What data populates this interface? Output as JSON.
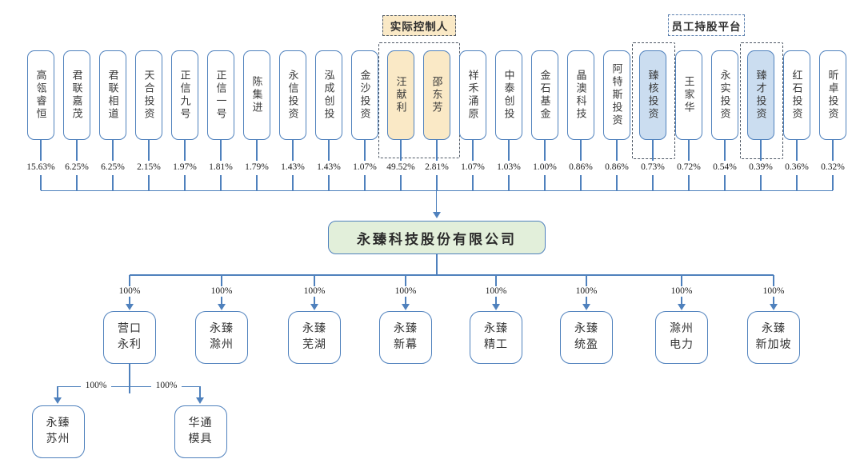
{
  "labels": {
    "actual_controller": "实际控制人",
    "esop_platform": "员工持股平台"
  },
  "company": {
    "name": "永臻科技股份有限公司"
  },
  "shareholders": [
    {
      "name": "高瓴睿恒",
      "pct": "15.63%",
      "highlight": "none"
    },
    {
      "name": "君联嘉茂",
      "pct": "6.25%",
      "highlight": "none"
    },
    {
      "name": "君联相道",
      "pct": "6.25%",
      "highlight": "none"
    },
    {
      "name": "天合投资",
      "pct": "2.15%",
      "highlight": "none"
    },
    {
      "name": "正信九号",
      "pct": "1.97%",
      "highlight": "none"
    },
    {
      "name": "正信一号",
      "pct": "1.81%",
      "highlight": "none"
    },
    {
      "name": "陈集进",
      "pct": "1.79%",
      "highlight": "none"
    },
    {
      "name": "永信投资",
      "pct": "1.43%",
      "highlight": "none"
    },
    {
      "name": "泓成创投",
      "pct": "1.43%",
      "highlight": "none"
    },
    {
      "name": "金沙投资",
      "pct": "1.07%",
      "highlight": "none"
    },
    {
      "name": "汪献利",
      "pct": "49.52%",
      "highlight": "yellow"
    },
    {
      "name": "邵东芳",
      "pct": "2.81%",
      "highlight": "yellow"
    },
    {
      "name": "祥禾涌原",
      "pct": "1.07%",
      "highlight": "none"
    },
    {
      "name": "中泰创投",
      "pct": "1.03%",
      "highlight": "none"
    },
    {
      "name": "金石基金",
      "pct": "1.00%",
      "highlight": "none"
    },
    {
      "name": "晶澳科技",
      "pct": "0.86%",
      "highlight": "none"
    },
    {
      "name": "阿特斯投资",
      "pct": "0.86%",
      "highlight": "none"
    },
    {
      "name": "臻核投资",
      "pct": "0.73%",
      "highlight": "blue",
      "dashed_outline": true
    },
    {
      "name": "王家华",
      "pct": "0.72%",
      "highlight": "none"
    },
    {
      "name": "永实投资",
      "pct": "0.54%",
      "highlight": "none"
    },
    {
      "name": "臻才投资",
      "pct": "0.39%",
      "highlight": "blue",
      "dashed_outline": true
    },
    {
      "name": "红石投资",
      "pct": "0.36%",
      "highlight": "none"
    },
    {
      "name": "昕卓投资",
      "pct": "0.32%",
      "highlight": "none"
    }
  ],
  "subsidiaries": [
    {
      "name": "营口\n永利",
      "pct": "100%"
    },
    {
      "name": "永臻\n滁州",
      "pct": "100%"
    },
    {
      "name": "永臻\n芜湖",
      "pct": "100%"
    },
    {
      "name": "永臻\n新幕",
      "pct": "100%"
    },
    {
      "name": "永臻\n精工",
      "pct": "100%"
    },
    {
      "name": "永臻\n统盈",
      "pct": "100%"
    },
    {
      "name": "滁州\n电力",
      "pct": "100%"
    },
    {
      "name": "永臻\n新加坡",
      "pct": "100%"
    }
  ],
  "grandchild_subsidiaries": [
    {
      "name": "永臻\n苏州",
      "pct": "100%",
      "parent": "营口永利"
    },
    {
      "name": "华通\n模具",
      "pct": "100%",
      "parent": "营口永利"
    }
  ],
  "colors": {
    "line_blue": "#4f81bd",
    "highlight_yellow": "#fae9c6",
    "highlight_blue": "#cbddf0",
    "company_green": "#e2efda",
    "dash_dark": "#4d5764",
    "esop_label_border": "#5a7fae"
  }
}
